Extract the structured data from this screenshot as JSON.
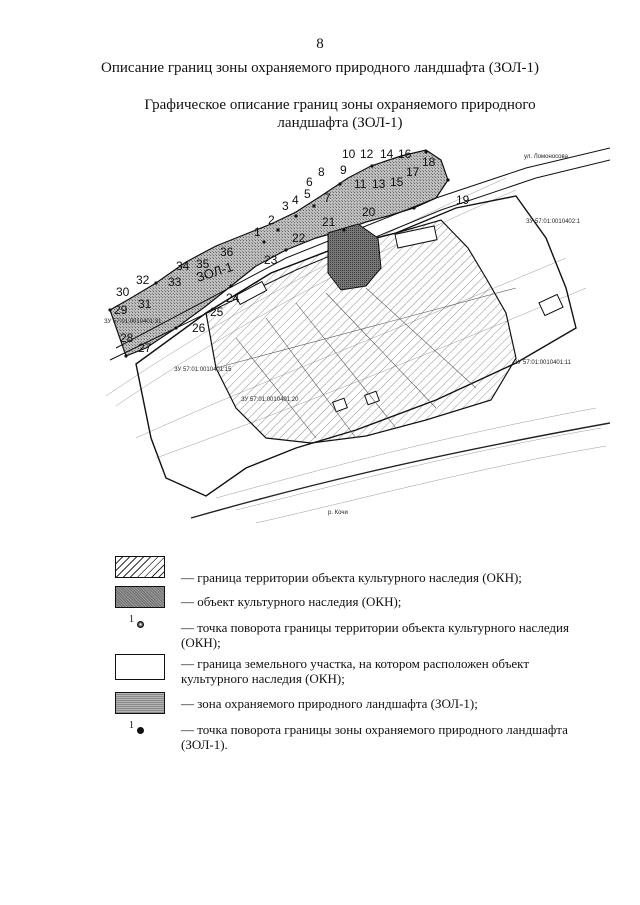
{
  "page_number": "8",
  "page_title": "Описание границ зоны охраняемого природного ландшафта (ЗОЛ-1)",
  "map_title": "Графическое описание границ зоны охраняемого природного ландшафта (ЗОЛ-1)",
  "map": {
    "zone_label": "ЗОЛ-1",
    "parcels": [
      "ЗУ 57:01:0010402:1",
      "ЗУ 57:01:0010401:31",
      "ЗУ 57:01:0010401:11",
      "ЗУ 57:01:0010401:15",
      "ЗУ 57:01:0010401:20"
    ],
    "street_label": "ул. Ломоносова",
    "river_label": "р. Кочи",
    "points": [
      "1",
      "2",
      "3",
      "4",
      "5",
      "6",
      "7",
      "8",
      "9",
      "10",
      "11",
      "12",
      "13",
      "14",
      "15",
      "16",
      "17",
      "18",
      "19",
      "20",
      "21",
      "22",
      "23",
      "24",
      "25",
      "26",
      "27",
      "28",
      "29",
      "30",
      "31",
      "32",
      "33",
      "34",
      "35",
      "36"
    ]
  },
  "legend": [
    {
      "swatch": "hatch",
      "text": "— граница территории объекта культурного наследия (ОКН);"
    },
    {
      "swatch": "okn",
      "text": "— объект культурного наследия (ОКН);"
    },
    {
      "point": "light",
      "num": "1",
      "text": "— точка поворота границы территории объекта культурного наследия (ОКН);"
    },
    {
      "swatch": "plain",
      "text": "— граница земельного участка, на котором расположен объект культурного наследия (ОКН);"
    },
    {
      "swatch": "zone",
      "text": "— зона охраняемого природного ландшафта (ЗОЛ-1);"
    },
    {
      "point": "dark",
      "num": "1",
      "text": "— точка поворота границы зоны охраняемого природного ландшафта (ЗОЛ-1)."
    }
  ]
}
